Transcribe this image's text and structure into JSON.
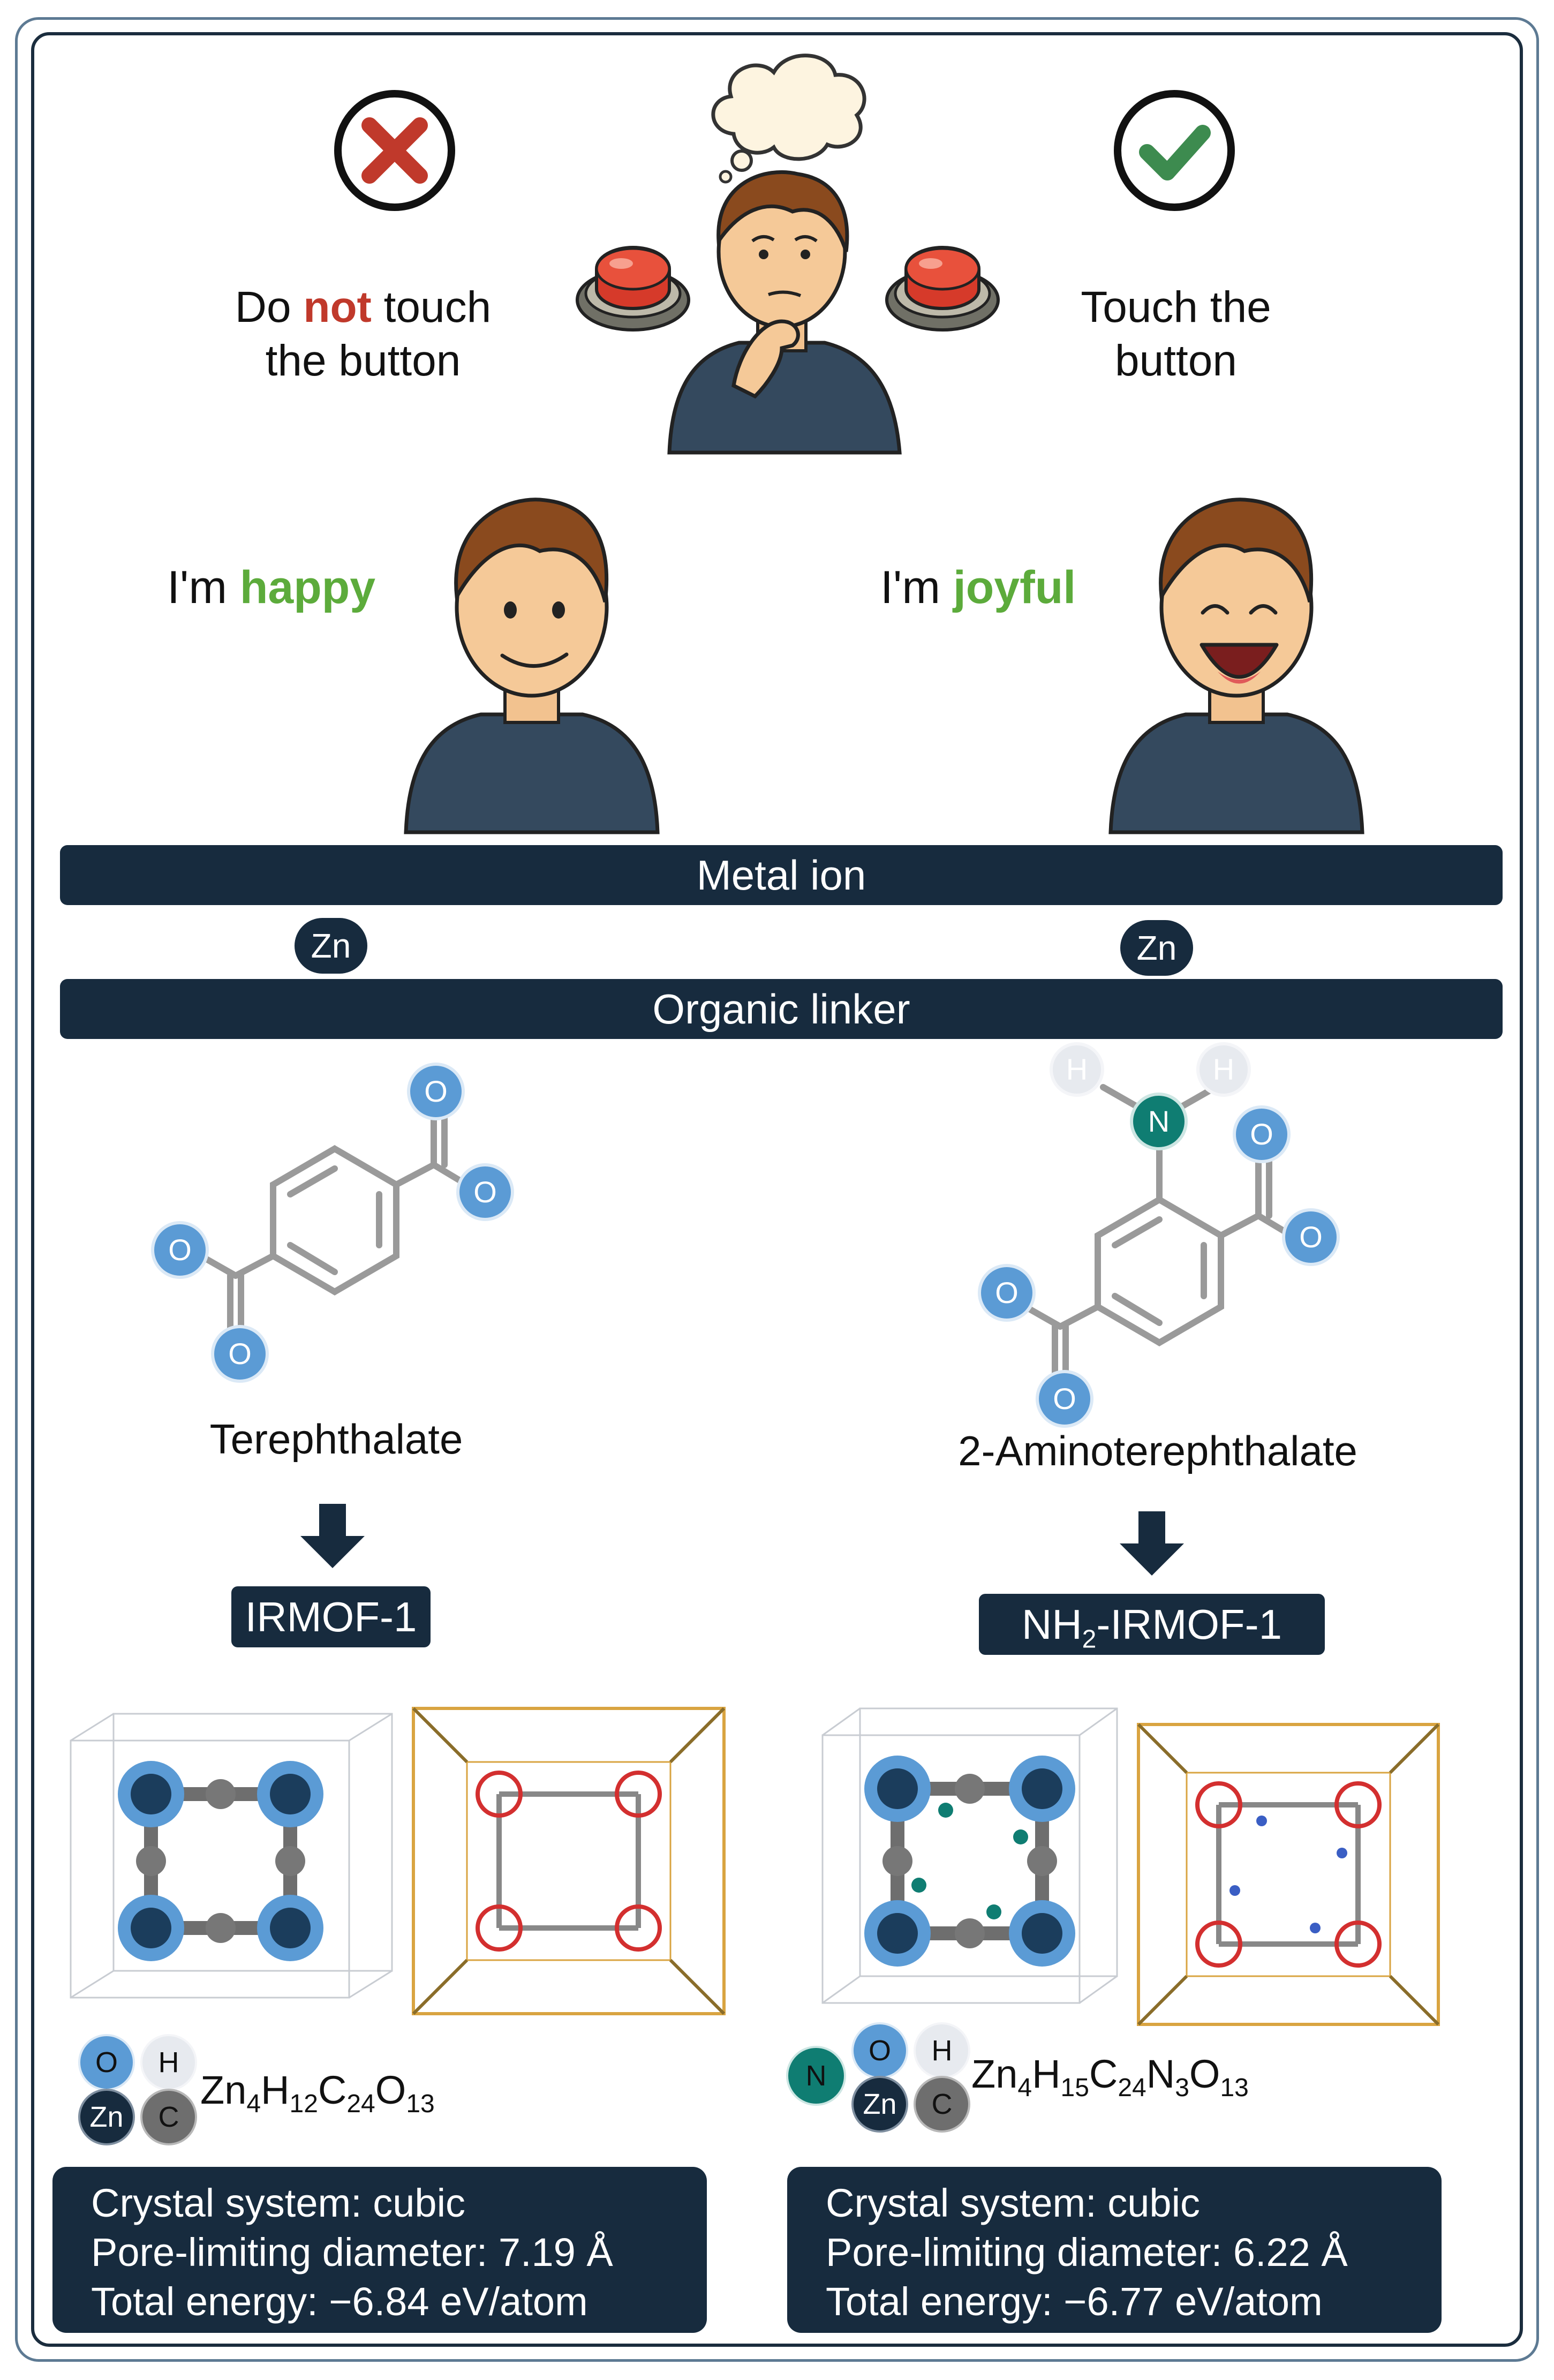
{
  "choices": {
    "left": {
      "pre": "Do ",
      "emph": "not",
      "post": " touch",
      "line2": "the button"
    },
    "right": {
      "line1": "Touch the",
      "line2": "button"
    }
  },
  "moods": {
    "left": {
      "pre": "I'm ",
      "word": "happy"
    },
    "right": {
      "pre": "I'm ",
      "word": "joyful"
    }
  },
  "sections": {
    "metal": "Metal ion",
    "linker": "Organic linker"
  },
  "metal_left": "Zn",
  "metal_right": "Zn",
  "atoms": {
    "O": "O",
    "Ominus": "O",
    "N": "N",
    "H": "H",
    "Zn": "Zn",
    "C": "C"
  },
  "linkers": {
    "left": "Terephthalate",
    "right": "2-Aminoterephthalate"
  },
  "products": {
    "left": "IRMOF-1",
    "right_pre": "NH",
    "right_sub": "2",
    "right_post": "-IRMOF-1"
  },
  "formula_left": {
    "a": "Zn",
    "a_sub": "4",
    "b": "H",
    "b_sub": "12",
    "c": "C",
    "c_sub": "24",
    "d": "O",
    "d_sub": "13"
  },
  "formula_right": {
    "a": "Zn",
    "a_sub": "4",
    "b": "H",
    "b_sub": "15",
    "c": "C",
    "c_sub": "24",
    "d": "N",
    "d_sub": "3",
    "e": "O",
    "e_sub": "13"
  },
  "info_left": {
    "line1": "Crystal system: cubic",
    "line2": "Pore-limiting diameter: 7.19 Å",
    "line3": "Total energy: −6.84 eV/atom"
  },
  "info_right": {
    "line1": "Crystal system: cubic",
    "line2": "Pore-limiting diameter: 6.22 Å",
    "line3": "Total energy: −6.77 eV/atom"
  },
  "colors": {
    "navy": "#172b3e",
    "oxygen": "#5b9bd5",
    "nitrogen": "#0f7d72",
    "hydrogen": "#e7eaef",
    "carbon": "#6e6e6e",
    "not_red": "#c0392b",
    "mood_green": "#5cab3b",
    "check_green": "#3d8b4f",
    "cross_red": "#c0392b",
    "button_red": "#d63a2a",
    "cell_gold": "#d9a441"
  },
  "icons": [
    "cross-icon",
    "check-icon",
    "thought-bubble-icon",
    "push-button-icon",
    "down-arrow-icon"
  ]
}
